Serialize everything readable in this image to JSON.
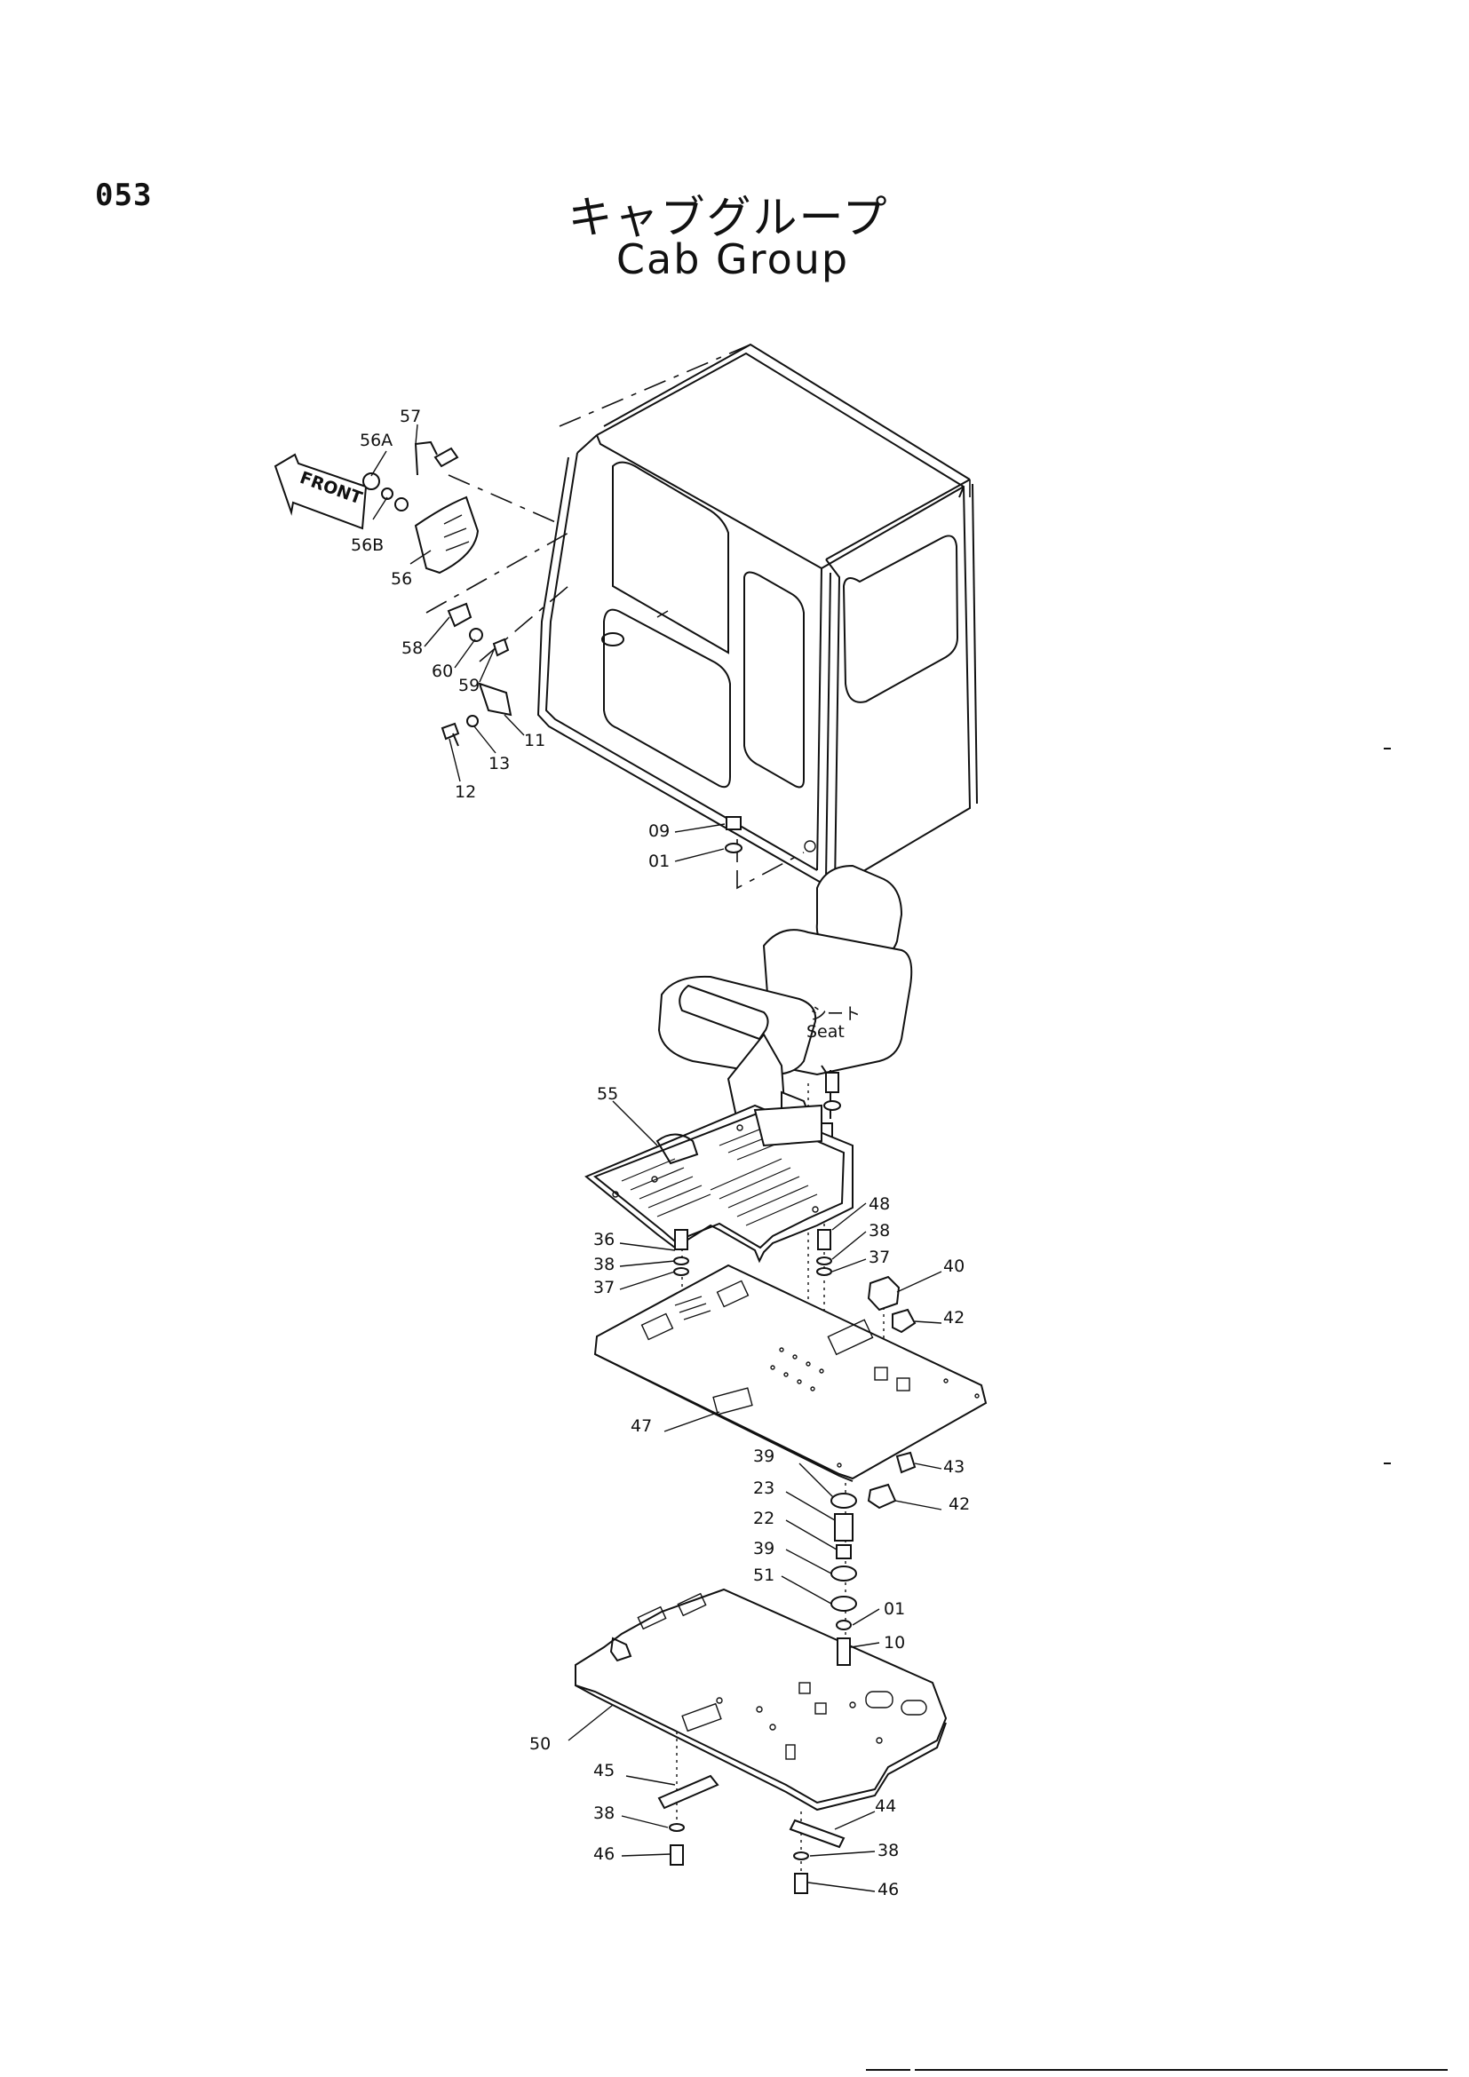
{
  "page": {
    "number": "053"
  },
  "title": {
    "japanese": "キャブグループ",
    "english": "Cab Group"
  },
  "seat_label": {
    "japanese": "シート",
    "english": "Seat"
  },
  "front_arrow": "FRONT",
  "part_labels": [
    {
      "id": "p57",
      "text": "57"
    },
    {
      "id": "p56a",
      "text": "56A"
    },
    {
      "id": "p56b",
      "text": "56B"
    },
    {
      "id": "p56",
      "text": "56"
    },
    {
      "id": "p58",
      "text": "58"
    },
    {
      "id": "p60",
      "text": "60"
    },
    {
      "id": "p59",
      "text": "59"
    },
    {
      "id": "p11",
      "text": "11"
    },
    {
      "id": "p13",
      "text": "13"
    },
    {
      "id": "p12",
      "text": "12"
    },
    {
      "id": "p09",
      "text": "09"
    },
    {
      "id": "p01a",
      "text": "01"
    },
    {
      "id": "p55",
      "text": "55"
    },
    {
      "id": "p48",
      "text": "48"
    },
    {
      "id": "p38a",
      "text": "38"
    },
    {
      "id": "p37a",
      "text": "37"
    },
    {
      "id": "p36",
      "text": "36"
    },
    {
      "id": "p38b",
      "text": "38"
    },
    {
      "id": "p37b",
      "text": "37"
    },
    {
      "id": "p40",
      "text": "40"
    },
    {
      "id": "p42a",
      "text": "42"
    },
    {
      "id": "p47",
      "text": "47"
    },
    {
      "id": "p39a",
      "text": "39"
    },
    {
      "id": "p43",
      "text": "43"
    },
    {
      "id": "p23",
      "text": "23"
    },
    {
      "id": "p42b",
      "text": "42"
    },
    {
      "id": "p22",
      "text": "22"
    },
    {
      "id": "p39b",
      "text": "39"
    },
    {
      "id": "p51",
      "text": "51"
    },
    {
      "id": "p01b",
      "text": "01"
    },
    {
      "id": "p10",
      "text": "10"
    },
    {
      "id": "p50",
      "text": "50"
    },
    {
      "id": "p45",
      "text": "45"
    },
    {
      "id": "p44",
      "text": "44"
    },
    {
      "id": "p38c",
      "text": "38"
    },
    {
      "id": "p38d",
      "text": "38"
    },
    {
      "id": "p46a",
      "text": "46"
    },
    {
      "id": "p46b",
      "text": "46"
    }
  ]
}
